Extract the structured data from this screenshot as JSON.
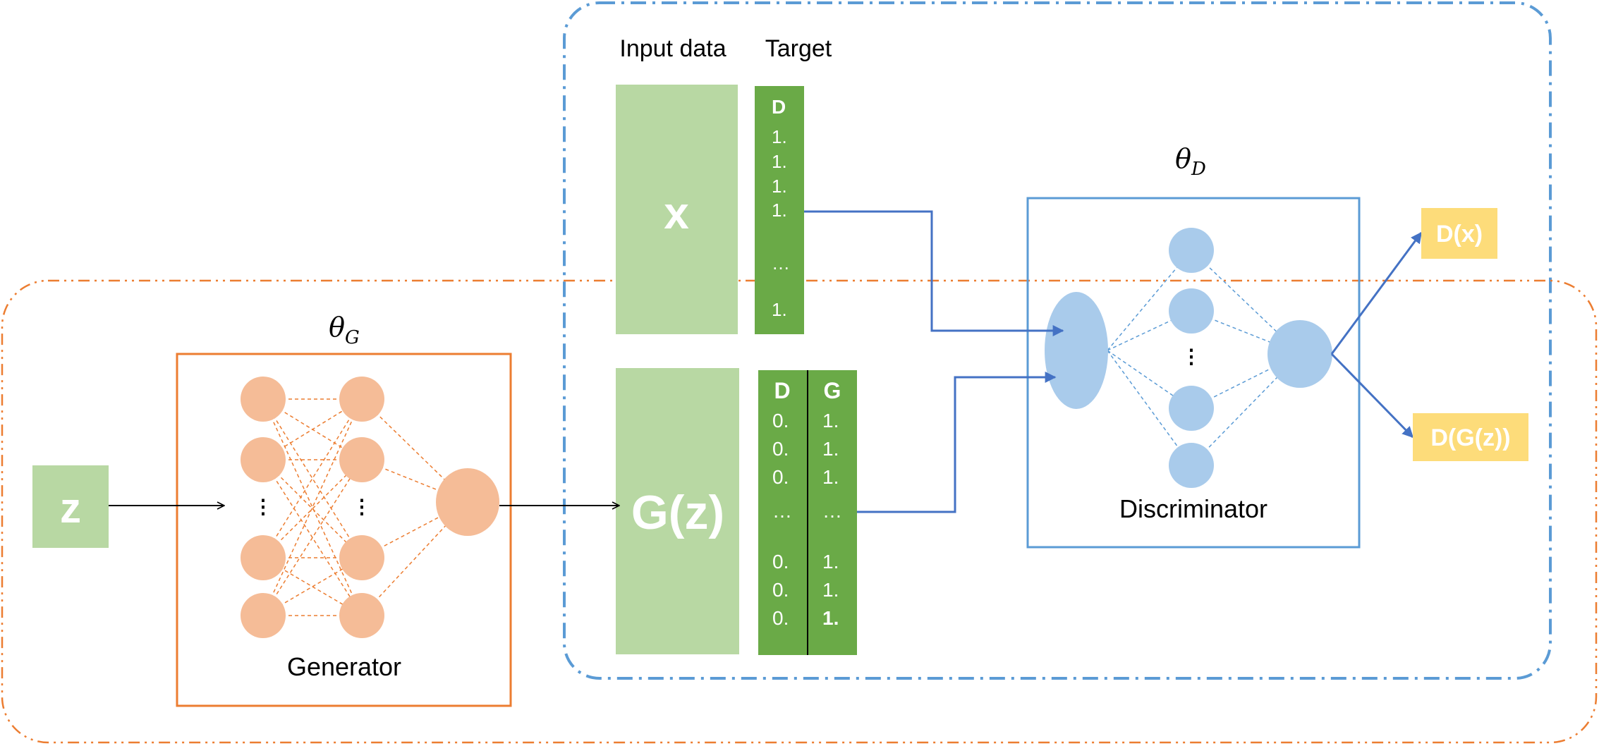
{
  "header": {
    "input_data_label": "Input data",
    "target_label": "Target"
  },
  "noise": {
    "label": "z"
  },
  "real_data": {
    "label": "x",
    "target": {
      "header": "D",
      "values": [
        "1.",
        "1.",
        "1.",
        "1.",
        "…",
        "1."
      ]
    }
  },
  "fake_data": {
    "label": "G(z)",
    "target": {
      "headers": [
        "D",
        "G"
      ],
      "d_values": [
        "0.",
        "0.",
        "0.",
        "…",
        "0.",
        "0.",
        "0."
      ],
      "g_values": [
        "1.",
        "1.",
        "1.",
        "…",
        "1.",
        "1.",
        "1."
      ]
    }
  },
  "generator": {
    "param_symbol": "θ",
    "param_subscript": "G",
    "label": "Generator",
    "ellipsis": "⋮"
  },
  "discriminator": {
    "param_symbol": "θ",
    "param_subscript": "D",
    "label": "Discriminator",
    "ellipsis": "⋮"
  },
  "outputs": {
    "real": "D(x)",
    "fake": "D(G(z))"
  },
  "colors": {
    "light_green": "#b8d8a3",
    "dark_green": "#6aaa47",
    "orange": "#ec7d31",
    "orange_node": "#f5bc97",
    "blue": "#5b9bd5",
    "blue_node": "#a9cbeb",
    "arrow_blue": "#4472c4",
    "yellow": "#fddc7a"
  }
}
